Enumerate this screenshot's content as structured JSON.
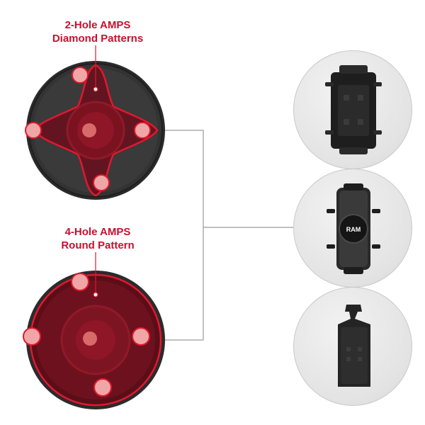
{
  "labels": {
    "diamond": {
      "line1": "2-Hole AMPS",
      "line2": "Diamond Patterns"
    },
    "round": {
      "line1": "4-Hole AMPS",
      "line2": "Round Pattern"
    }
  },
  "accent_color": "#c8102e",
  "icons": {
    "top_mount": "suction-cup-mount-diamond-pattern-icon",
    "bottom_mount": "suction-cup-mount-round-pattern-icon",
    "product_1": "quick-grip-phone-holder-icon",
    "product_2": "quick-grip-phone-holder-with-ram-ball-icon",
    "product_3": "form-fit-phone-cradle-icon"
  },
  "products": {
    "product_2_logo": "RAM"
  }
}
